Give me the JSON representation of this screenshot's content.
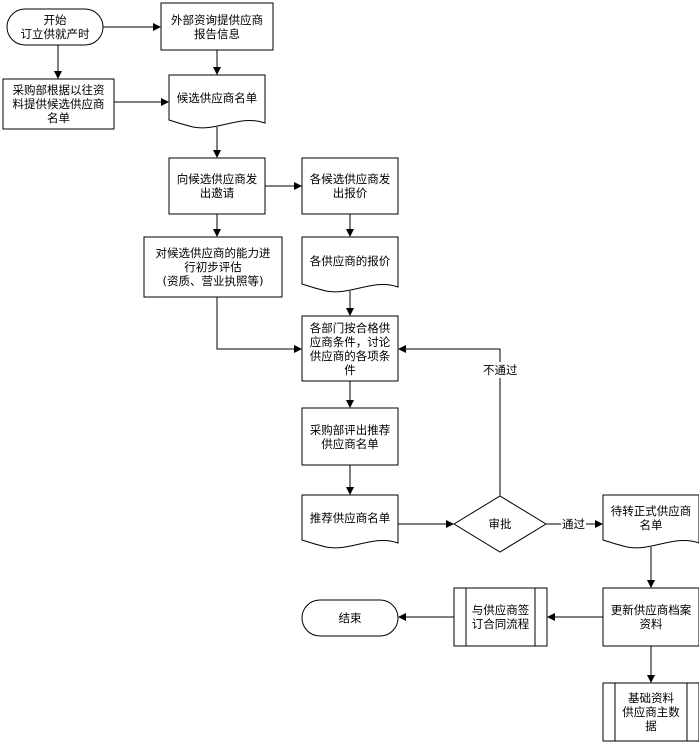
{
  "nodes": {
    "start": "开始\n订立供就产时",
    "external_report": "外部资询提供应商\n报告信息",
    "purchase_provide": "采购部根据以往资\n料提供候选供应商\n名单",
    "candidate_list": "候选供应商名单",
    "send_invite": "向候选供应商发\n出邀请",
    "send_quote": "各候选供应商发\n出报价",
    "initial_eval": "对候选供应商的能力进\n行初步评估\n(资质、营业执照等)",
    "quotes_doc": "各供应商的报价",
    "discuss": "各部门按合格供\n应商条件，讨论\n供应商的各项条\n件",
    "recommend": "采购部评出推荐\n供应商名单",
    "recommend_list": "推荐供应商名单",
    "approve": "审批",
    "pending_list": "待转正式供应商\n名单",
    "update_archive": "更新供应商档案\n资料",
    "contract": "与供应商签\n订合同流程",
    "end": "结束",
    "master_data": "基础资料\n供应商主数\n据"
  },
  "edges": {
    "reject": "不通过",
    "pass": "通过"
  }
}
